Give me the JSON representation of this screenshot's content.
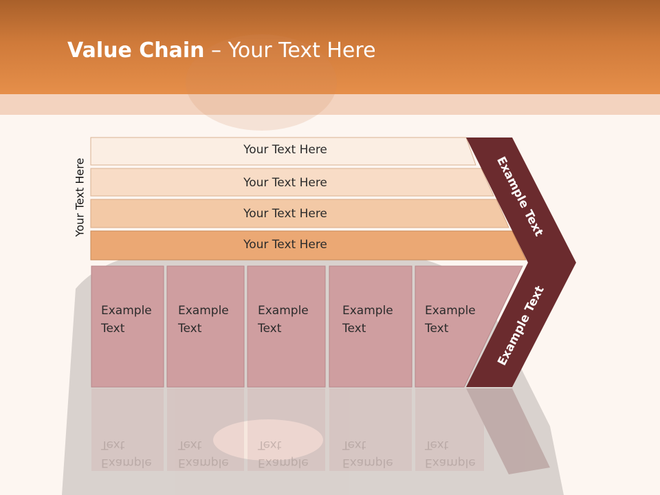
{
  "title": {
    "bold": "Value Chain",
    "rest": " – Your Text Here"
  },
  "side_label": "Your Text Here",
  "bars": [
    {
      "label": "Your Text Here"
    },
    {
      "label": "Your Text Here"
    },
    {
      "label": "Your Text Here"
    },
    {
      "label": "Your Text Here"
    }
  ],
  "columns": [
    {
      "line1": "Example",
      "line2": "Text"
    },
    {
      "line1": "Example",
      "line2": "Text"
    },
    {
      "line1": "Example",
      "line2": "Text"
    },
    {
      "line1": "Example",
      "line2": "Text"
    },
    {
      "line1": "Example",
      "line2": "Text"
    }
  ],
  "chevron": {
    "upper": "Example Text",
    "lower": "Example Text"
  },
  "colors": {
    "header": "#e68f4a",
    "bar1": "#fbeee3",
    "bar2": "#f8dcc6",
    "bar3": "#f3c9a6",
    "bar4": "#eba874",
    "column": "#cf9ea0",
    "chevron": "#6b2b2e"
  }
}
